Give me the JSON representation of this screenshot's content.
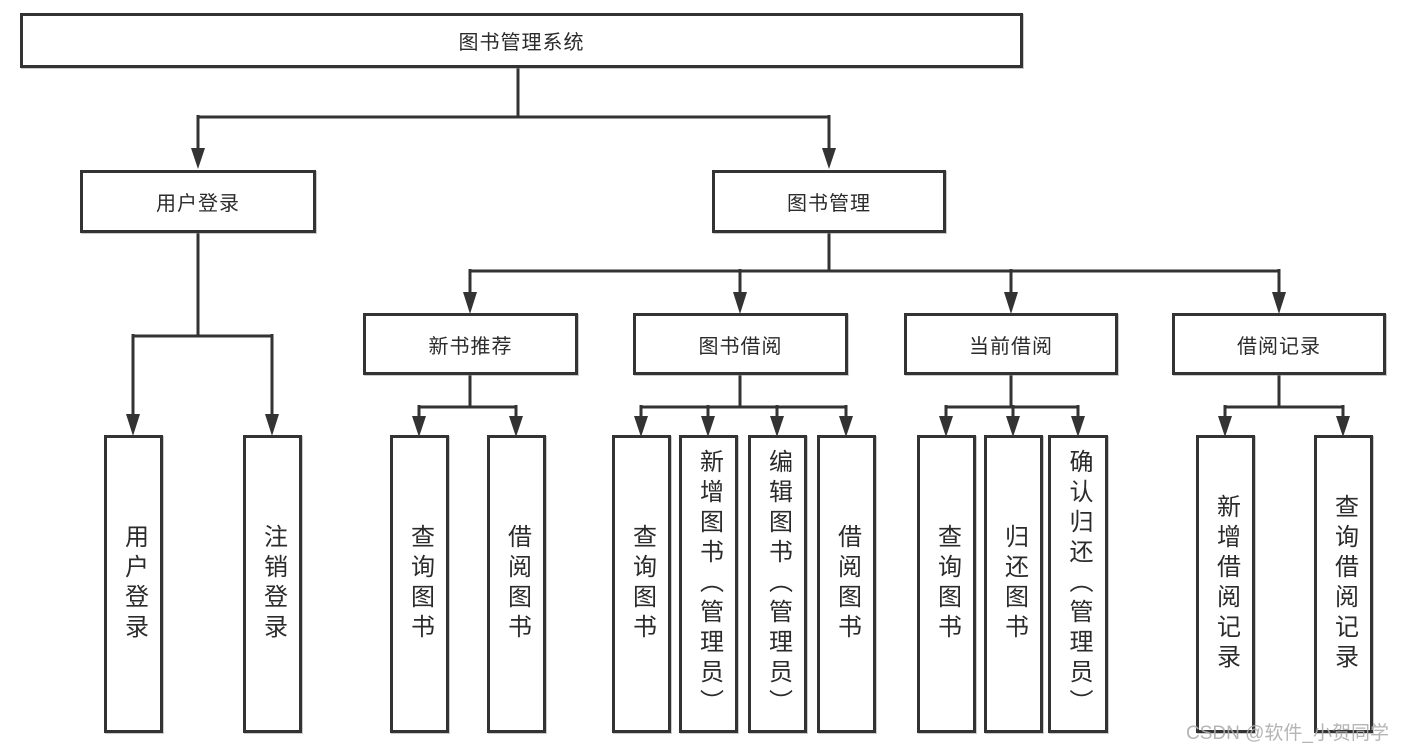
{
  "diagram": {
    "title": "图书管理系统",
    "root": "图书管理系统",
    "level2": [
      "用户登录",
      "图书管理"
    ],
    "level3": [
      "新书推荐",
      "图书借阅",
      "当前借阅",
      "借阅记录"
    ],
    "leaves": {
      "user_login": [
        "用户登录",
        "注销登录"
      ],
      "new_book": [
        "查询图书",
        "借阅图书"
      ],
      "book_borrow": [
        "查询图书",
        "新增图书（管理员）",
        "编辑图书（管理员）",
        "借阅图书"
      ],
      "current_borrow": [
        "查询图书",
        "归还图书",
        "确认归还（管理员）"
      ],
      "borrow_record": [
        "新增借阅记录",
        "查询借阅记录"
      ]
    }
  },
  "watermark": "CSDN @软件_小贺同学",
  "colors": {
    "line": "#333333",
    "text": "#2b2b2b",
    "box_background": "#ffffff",
    "watermark": "#adadad",
    "background": "#ffffff"
  }
}
